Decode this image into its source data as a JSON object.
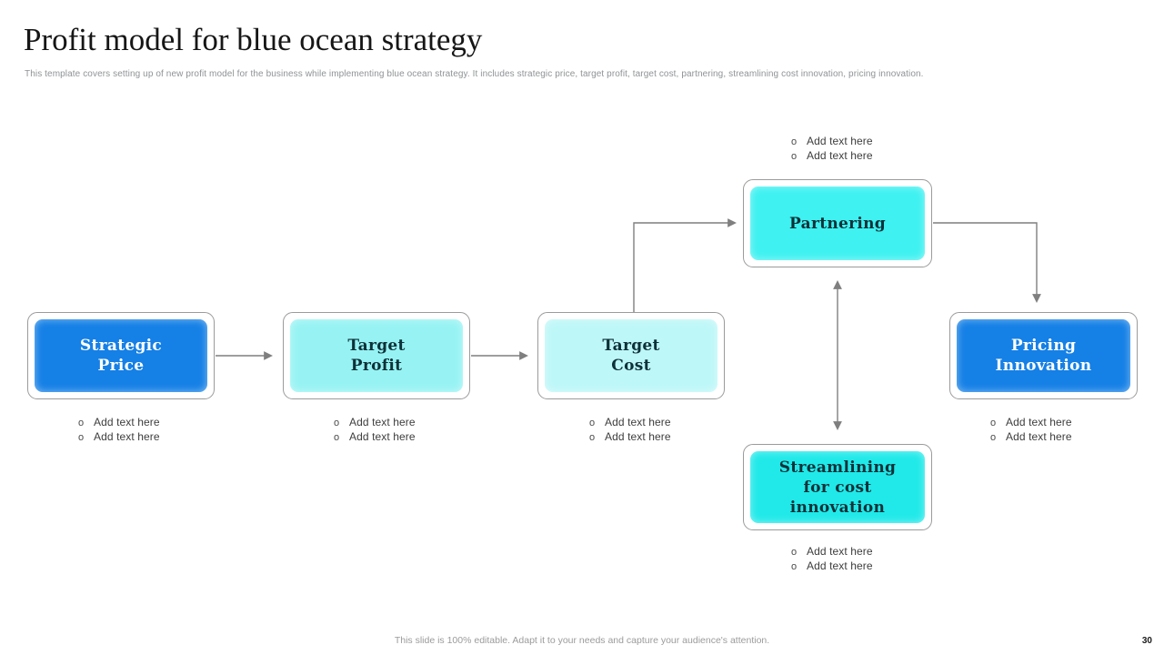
{
  "slide": {
    "title": "Profit model for blue ocean strategy",
    "subtitle": "This template covers setting up of new profit model for the business while implementing blue ocean strategy. It includes strategic price, target profit, target cost, partnering, streamlining cost innovation, pricing innovation.",
    "footer": "This slide is 100% editable. Adapt it to your needs and capture your audience's attention.",
    "page_number": "30"
  },
  "bullet": {
    "marker": "o",
    "label": "Add text here"
  },
  "nodes": {
    "strategic_price": {
      "label": "Strategic\nPrice",
      "fill": "#1580E6",
      "text_color": "#FFFFFF"
    },
    "target_profit": {
      "label": "Target\nProfit",
      "fill": "#97F3F3",
      "text_color": "#0D3138"
    },
    "target_cost": {
      "label": "Target\nCost",
      "fill": "#BEF7F8",
      "text_color": "#0D3138"
    },
    "partnering": {
      "label": "Partnering",
      "fill": "#3FF1F1",
      "text_color": "#0D3138"
    },
    "streamlining": {
      "label": "Streamlining\nfor cost\ninnovation",
      "fill": "#21E9E9",
      "text_color": "#0D3138"
    },
    "pricing_innovation": {
      "label": "Pricing\nInnovation",
      "fill": "#1580E6",
      "text_color": "#FFFFFF"
    }
  },
  "colors": {
    "arrow": "#7F7F7F",
    "box_border": "#9B9B9B",
    "title": "#161616",
    "subtitle": "#8F9396",
    "bullet_text": "#3D3D3D"
  }
}
